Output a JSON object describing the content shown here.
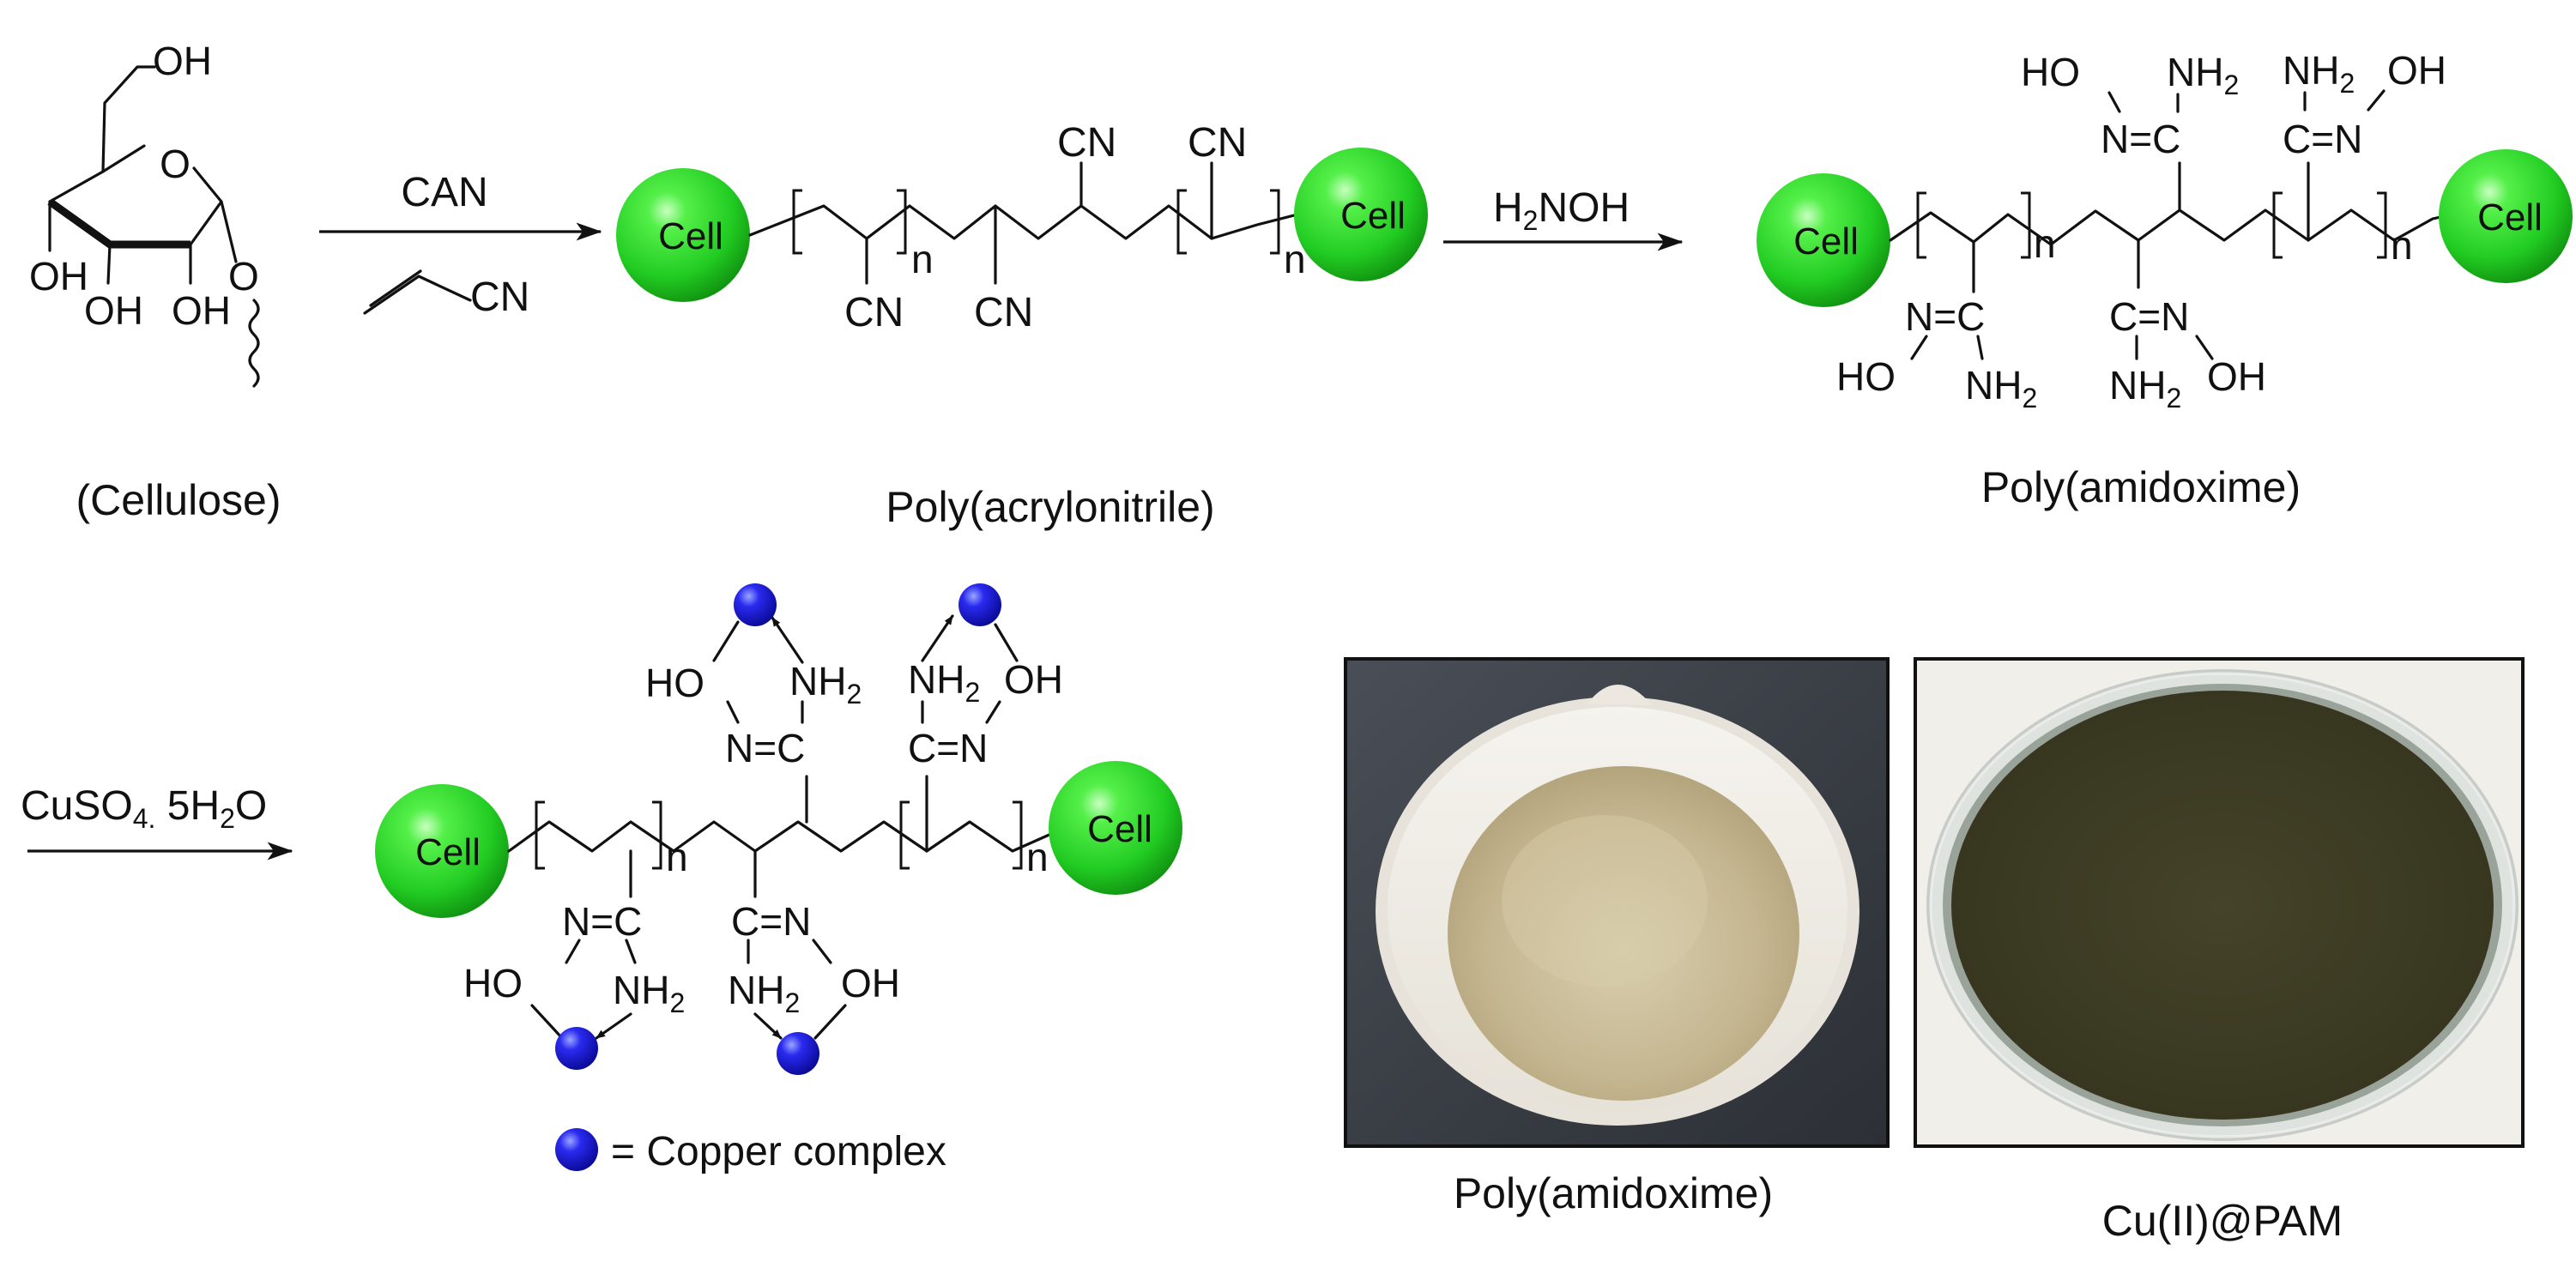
{
  "cellulose": {
    "caption": "(Cellulose)",
    "oh_top": "OH",
    "ring_o": "O",
    "oh_left": "OH",
    "oh_bottom_left": "OH",
    "oh_bottom_right": "OH",
    "o_glycosidic": "O"
  },
  "step1": {
    "reagent": "CAN",
    "monomer_cn": "CN"
  },
  "step2": {
    "reagent_h": "H",
    "reagent_sub": "2",
    "reagent_rest": "NOH"
  },
  "step3": {
    "reagent_main": "CuSO",
    "reagent_sub": "4.",
    "reagent_rest": " 5H",
    "reagent_sub2": "2",
    "reagent_end": "O"
  },
  "cell_label": "Cell",
  "repeat_n": "n",
  "groups": {
    "cn": "CN",
    "nh": "NH",
    "sub2": "2",
    "n_eq_c": "N=C",
    "c_eq_n": "C=N",
    "ho": "HO",
    "oh": "OH"
  },
  "pan": {
    "caption": "Poly(acrylonitrile)"
  },
  "pao": {
    "caption": "Poly(amidoxime)"
  },
  "legend": {
    "label": "= Copper complex"
  },
  "photos": {
    "left_caption": "Poly(amidoxime)",
    "right_caption": "Cu(II)@PAM"
  },
  "colors": {
    "cell_green": "#2bd42b",
    "copper_blue": "#1515e0",
    "frame": "#111111",
    "powder_beige": "#c9bc97",
    "powder_dark": "#3a3a22"
  }
}
